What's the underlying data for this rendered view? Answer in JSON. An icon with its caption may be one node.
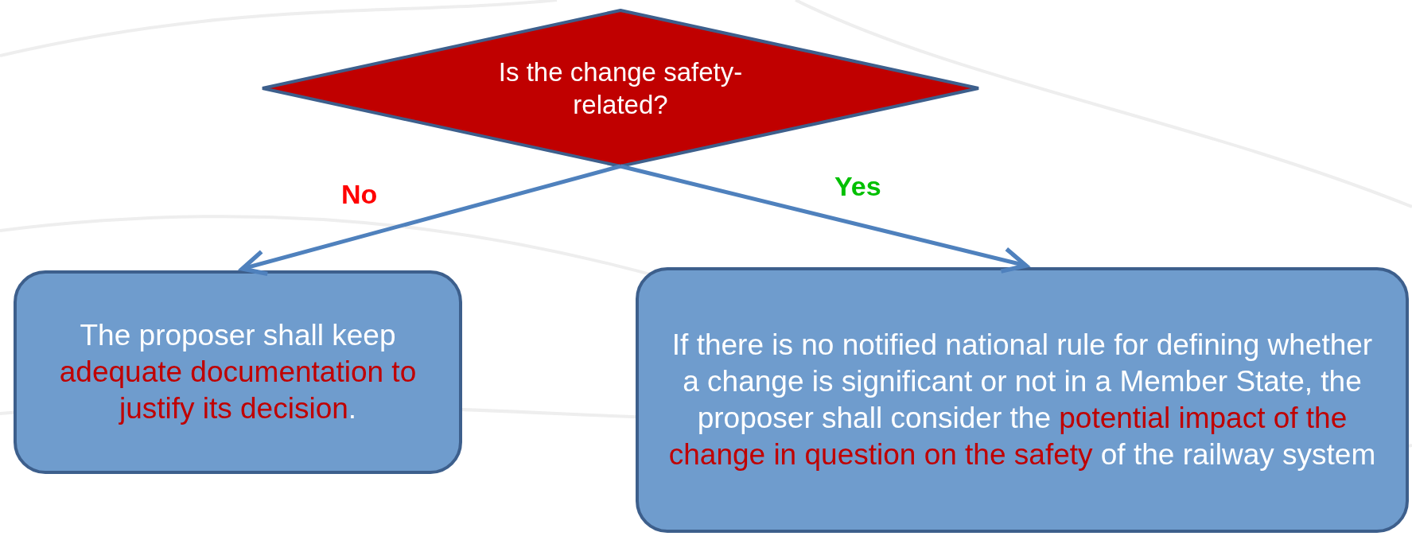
{
  "diagram": {
    "nodes": [
      {
        "text": [
          "Is the change safety-related?"
        ]
      },
      {
        "text": [
          "The proposer shall keep *adequate documentation to justify its decision*."
        ]
      },
      {
        "text": [
          "If there is no notified national rule for defining whether a change is significant or not in a Member State, the proposer shall consider the *potential impact of the change in question on the safety* of the railway system"
        ]
      }
    ],
    "edges": [
      {
        "from": 0,
        "to": 1,
        "arrow": "to",
        "label": "No"
      },
      {
        "from": 0,
        "to": 2,
        "arrow": "to",
        "label": "Yes"
      }
    ]
  }
}
